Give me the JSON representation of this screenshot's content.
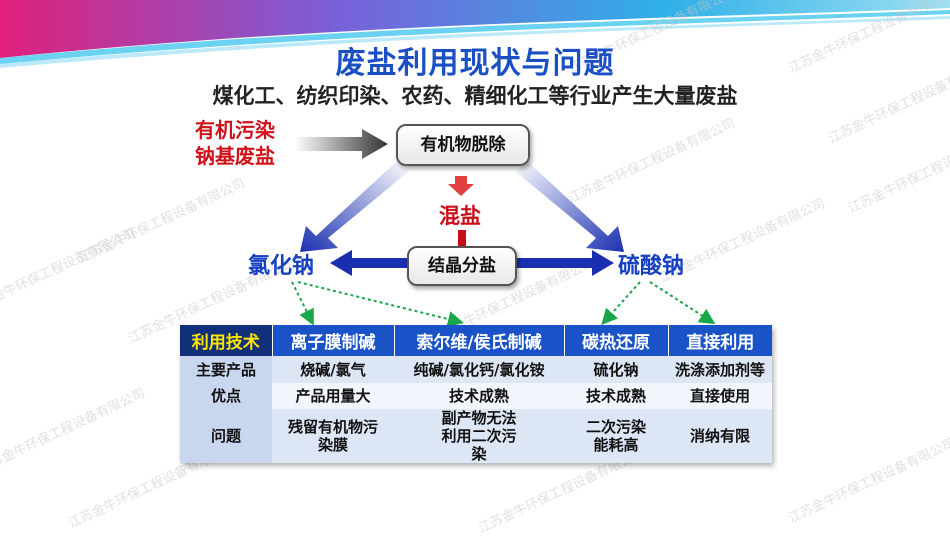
{
  "title": "废盐利用现状与问题",
  "subtitle": "煤化工、纺织印染、农药、精细化工等行业产生大量废盐",
  "diagram": {
    "source_line1": "有机污染",
    "source_line2": "钠基废盐",
    "organic_removal": "有机物脱除",
    "mixed_salt": "混盐",
    "crystallization": "结晶分盐",
    "nacl": "氯化钠",
    "na2so4": "硫酸钠"
  },
  "table": {
    "headers": [
      "利用技术",
      "离子膜制碱",
      "索尔维/侯氏制碱",
      "碳热还原",
      "直接利用"
    ],
    "rows": [
      [
        "主要产品",
        "烧碱/氯气",
        "纯碱/氯化钙/氯化铵",
        "硫化钠",
        "洗涤添加剂等"
      ],
      [
        "优点",
        "产品用量大",
        "技术成熟",
        "技术成熟",
        "直接使用"
      ],
      [
        "问题",
        "残留有机物污染膜",
        "副产物无法利用二次污染",
        "二次污染能耗高",
        "消纳有限"
      ]
    ]
  },
  "watermark": "江苏金牛环保工程设备有限公司",
  "colors": {
    "title": "#1b4fc4",
    "red": "#c8101a",
    "blue_arrow": "#1a2fb0",
    "header_bg": "#1a52c8",
    "header_first_bg": "#122f7a",
    "header_first_text": "#ffe600",
    "dotted_green": "#1aa64a"
  }
}
